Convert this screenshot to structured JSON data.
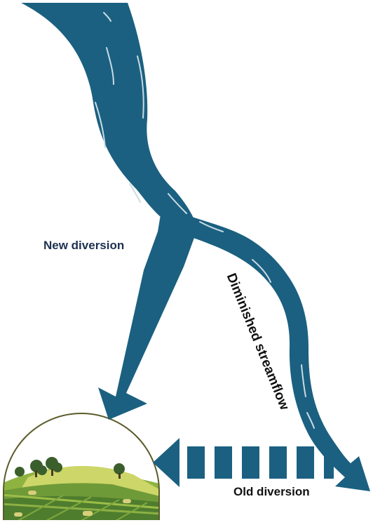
{
  "labels": {
    "new_diversion": "New diversion",
    "diminished_streamflow": "Diminished streamflow",
    "old_diversion": "Old diversion"
  },
  "colors": {
    "river": "#1b6080",
    "river_highlight": "#c9dbe4",
    "field_dark": "#4e7d2e",
    "field_light": "#9cbd48",
    "field_yellow": "#cdd668",
    "trees": "#3b5f2c",
    "dome_outline": "#5b5b2a",
    "new_diversion_text": "#1c3150"
  },
  "icons": {
    "farm": "farm-field-icon",
    "arrows": "arrow-icon"
  }
}
